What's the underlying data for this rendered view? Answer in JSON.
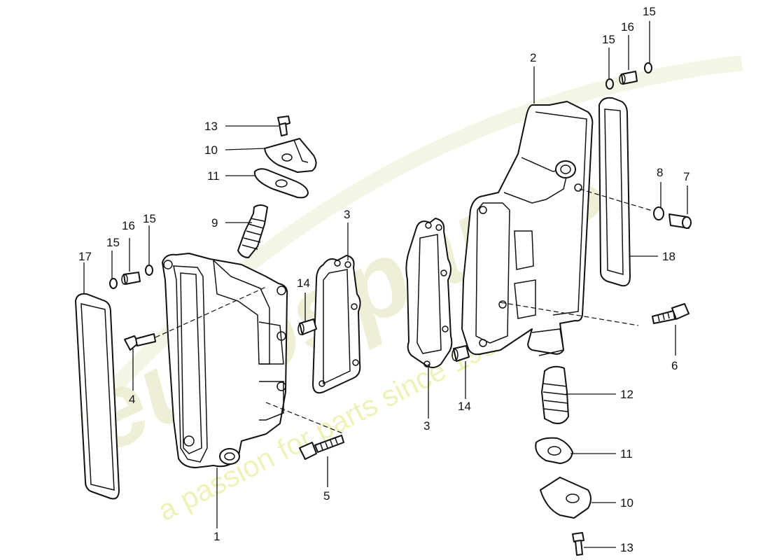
{
  "watermark": {
    "brand": "eurospares",
    "tagline": "a passion for parts since 1985",
    "color": "#e8e6c2",
    "tagline_color": "#eaea9c"
  },
  "callouts": [
    "1",
    "2",
    "3",
    "3",
    "4",
    "5",
    "6",
    "7",
    "8",
    "9",
    "10",
    "10",
    "11",
    "11",
    "12",
    "13",
    "13",
    "14",
    "14",
    "15",
    "15",
    "15",
    "15",
    "16",
    "16",
    "17",
    "18"
  ]
}
